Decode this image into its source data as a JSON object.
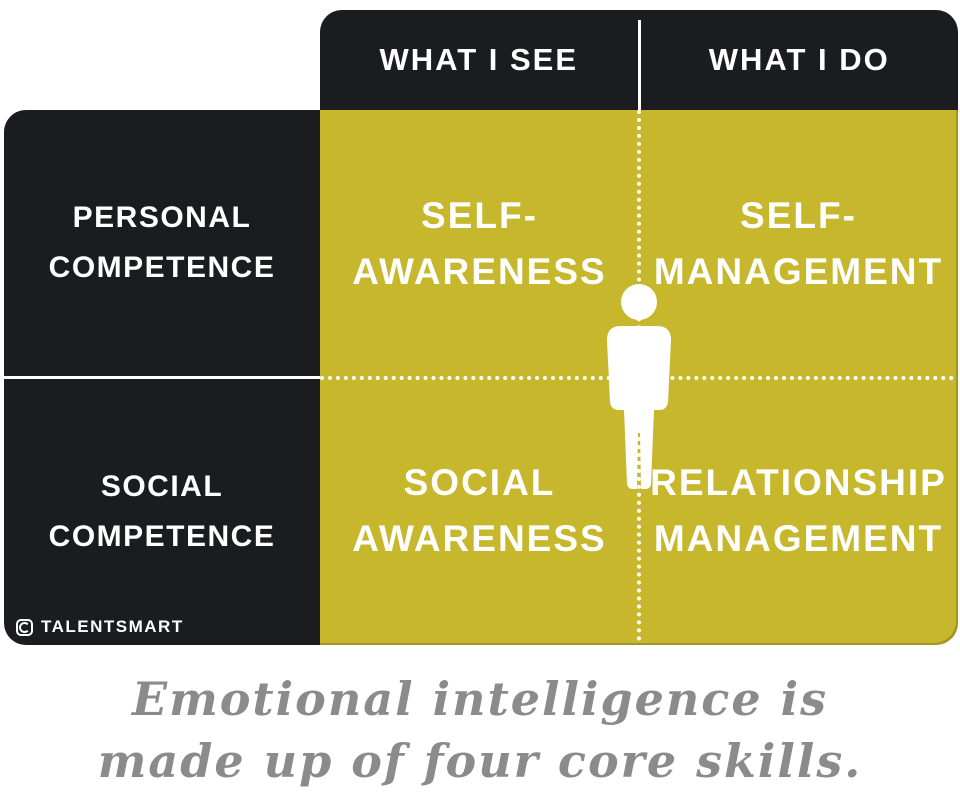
{
  "colors": {
    "panel": "#1b1c20",
    "quadrant": "#c6b72d",
    "text": "#ffffff",
    "caption": "#8b8b8b",
    "background": "#ffffff"
  },
  "matrix": {
    "columns": [
      "WHAT I SEE",
      "WHAT I DO"
    ],
    "rows": [
      {
        "line1": "PERSONAL",
        "line2": "COMPETENCE"
      },
      {
        "line1": "SOCIAL",
        "line2": "COMPETENCE"
      }
    ],
    "quadrants": [
      {
        "line1": "SELF-",
        "line2": "AWARENESS"
      },
      {
        "line1": "SELF-",
        "line2": "MANAGEMENT"
      },
      {
        "line1": "SOCIAL",
        "line2": "AWARENESS"
      },
      {
        "line1": "RELATIONSHIP",
        "line2": "MANAGEMENT"
      }
    ]
  },
  "icons": {
    "person": "person-silhouette",
    "brand_mark": "talentsmart-square-logo"
  },
  "brand": {
    "name": "TALENTSMART"
  },
  "caption": {
    "line1": "Emotional intelligence is",
    "line2": "made up of four core skills."
  }
}
